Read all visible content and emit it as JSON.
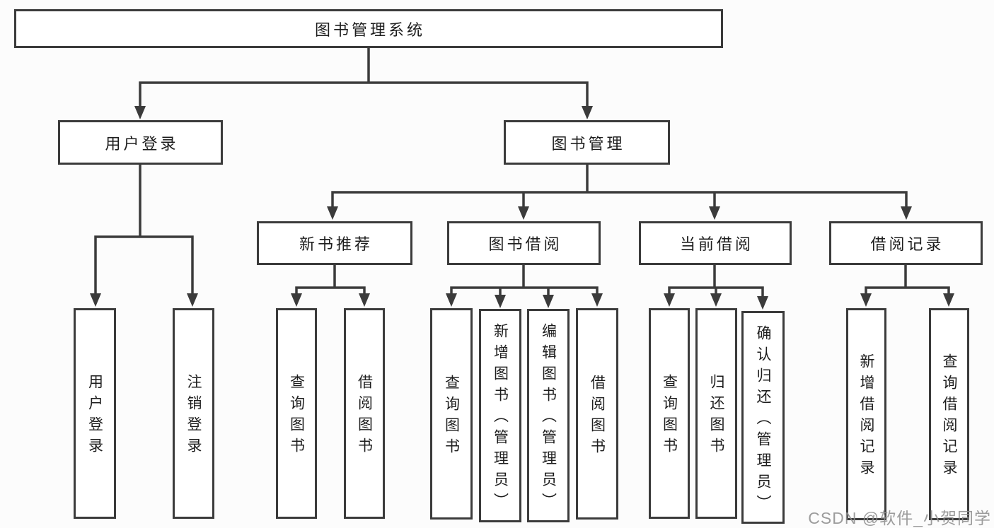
{
  "diagram": {
    "type": "hierarchy-tree",
    "nodes": {
      "root": {
        "label": "图书管理系统"
      },
      "level2": [
        {
          "label": "用户登录"
        },
        {
          "label": "图书管理"
        }
      ],
      "level3": [
        {
          "label": "新书推荐",
          "parent": "图书管理"
        },
        {
          "label": "图书借阅",
          "parent": "图书管理"
        },
        {
          "label": "当前借阅",
          "parent": "图书管理"
        },
        {
          "label": "借阅记录",
          "parent": "图书管理"
        }
      ],
      "leaves": [
        {
          "label": "用户登录",
          "parent": "用户登录"
        },
        {
          "label": "注销登录",
          "parent": "用户登录"
        },
        {
          "label": "查询图书",
          "parent": "新书推荐"
        },
        {
          "label": "借阅图书",
          "parent": "新书推荐"
        },
        {
          "label": "查询图书",
          "parent": "图书借阅"
        },
        {
          "label": "新增图书（管理员）",
          "parent": "图书借阅"
        },
        {
          "label": "编辑图书（管理员）",
          "parent": "图书借阅"
        },
        {
          "label": "借阅图书",
          "parent": "图书借阅"
        },
        {
          "label": "查询图书",
          "parent": "当前借阅"
        },
        {
          "label": "归还图书",
          "parent": "当前借阅"
        },
        {
          "label": "确认归还（管理员）",
          "parent": "当前借阅"
        },
        {
          "label": "新增借阅记录",
          "parent": "借阅记录"
        },
        {
          "label": "查询借阅记录",
          "parent": "借阅记录"
        }
      ]
    }
  },
  "watermark": {
    "text": "CSDN @软件_小贺同学"
  },
  "colors": {
    "line": "#3b3b3b",
    "box_border": "#3b3b3b",
    "box_fill": "#ffffff",
    "text": "#1d1d1d",
    "watermark": "#8f8f8f",
    "background": "#fcfcfc"
  }
}
